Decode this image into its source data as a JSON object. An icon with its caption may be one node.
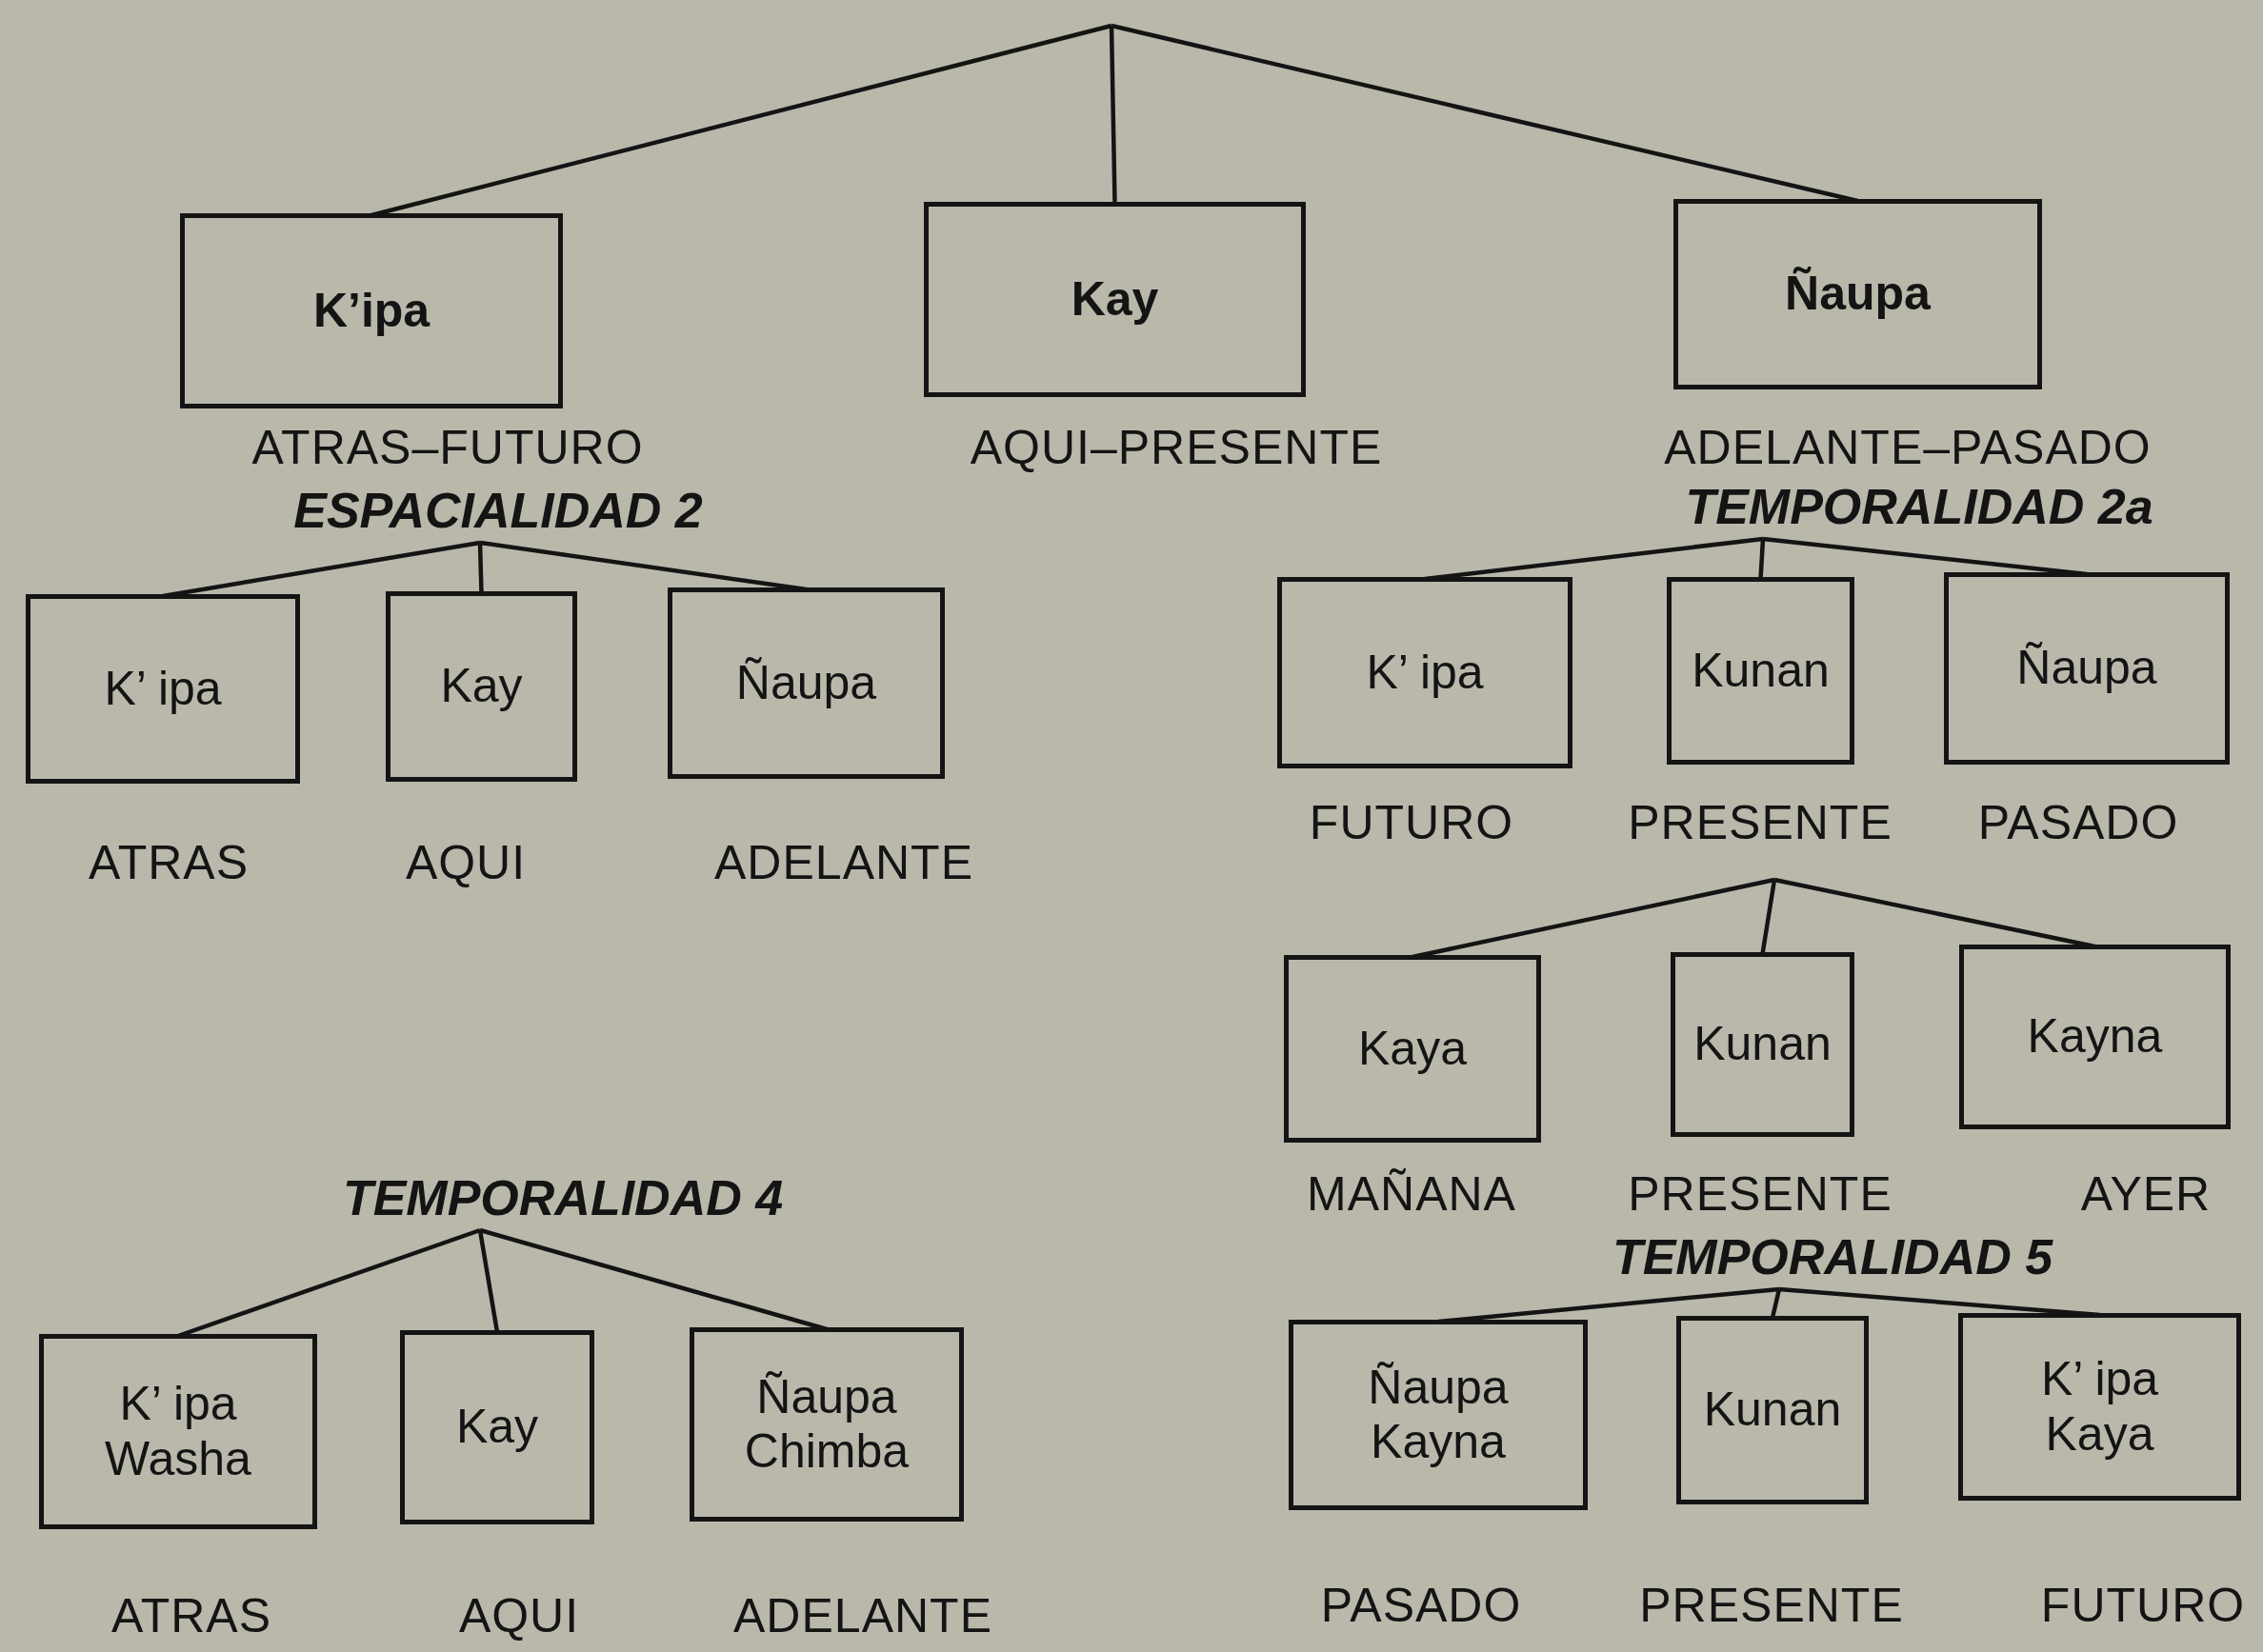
{
  "diagram": {
    "nodes": [
      {
        "text": [
          "K’ipa"
        ],
        "beside": [
          "ATRAS–FUTURO"
        ]
      },
      {
        "text": [
          "Kay"
        ],
        "beside": [
          "AQUI–PRESENTE"
        ]
      },
      {
        "text": [
          "Ñaupa"
        ],
        "beside": [
          "ADELANTE–PASADO"
        ]
      },
      {
        "text": [
          "ESPACIALIDAD 2"
        ]
      },
      {
        "text": [
          "K’ ipa"
        ],
        "beside": [
          "ATRAS"
        ]
      },
      {
        "text": [
          "Kay"
        ],
        "beside": [
          "AQUI"
        ]
      },
      {
        "text": [
          "Ñaupa"
        ],
        "beside": [
          "ADELANTE"
        ]
      },
      {
        "text": [
          "TEMPORALIDAD 2a"
        ]
      },
      {
        "text": [
          "K’ ipa"
        ],
        "beside": [
          "FUTURO"
        ]
      },
      {
        "text": [
          "Kunan"
        ],
        "beside": [
          "PRESENTE"
        ]
      },
      {
        "text": [
          "Ñaupa"
        ],
        "beside": [
          "PASADO"
        ]
      },
      {
        "text": [
          "Kaya"
        ],
        "beside": [
          "MAÑANA"
        ]
      },
      {
        "text": [
          "Kunan"
        ],
        "beside": [
          "PRESENTE"
        ]
      },
      {
        "text": [
          "Kayna"
        ],
        "beside": [
          "AYER"
        ]
      },
      {
        "text": [
          "TEMPORALIDAD 4"
        ]
      },
      {
        "text": [
          "K’ ipa Washa"
        ],
        "beside": [
          "ATRAS"
        ]
      },
      {
        "text": [
          "Kay"
        ],
        "beside": [
          "AQUI"
        ]
      },
      {
        "text": [
          "Ñaupa Chimba"
        ],
        "beside": [
          "ADELANTE"
        ]
      },
      {
        "text": [
          "TEMPORALIDAD 5"
        ]
      },
      {
        "text": [
          "Ñaupa Kayna"
        ],
        "beside": [
          "PASADO"
        ]
      },
      {
        "text": [
          "Kunan"
        ],
        "beside": [
          "PRESENTE"
        ]
      },
      {
        "text": [
          "K’ ipa Kaya"
        ],
        "beside": [
          "FUTURO"
        ]
      }
    ],
    "edges": [
      {
        "from": null,
        "to": 0,
        "arrow": "none"
      },
      {
        "from": null,
        "to": 1,
        "arrow": "none"
      },
      {
        "from": null,
        "to": 2,
        "arrow": "none"
      },
      {
        "from": 3,
        "to": 4,
        "arrow": "none"
      },
      {
        "from": 3,
        "to": 5,
        "arrow": "none"
      },
      {
        "from": 3,
        "to": 6,
        "arrow": "none"
      },
      {
        "from": 7,
        "to": 8,
        "arrow": "none"
      },
      {
        "from": 7,
        "to": 9,
        "arrow": "none"
      },
      {
        "from": 7,
        "to": 10,
        "arrow": "none"
      },
      {
        "from": null,
        "to": 11,
        "arrow": "none"
      },
      {
        "from": null,
        "to": 12,
        "arrow": "none"
      },
      {
        "from": null,
        "to": 13,
        "arrow": "none"
      },
      {
        "from": 14,
        "to": 15,
        "arrow": "none"
      },
      {
        "from": 14,
        "to": 16,
        "arrow": "none"
      },
      {
        "from": 14,
        "to": 17,
        "arrow": "none"
      },
      {
        "from": 18,
        "to": 19,
        "arrow": "none"
      },
      {
        "from": 18,
        "to": 20,
        "arrow": "none"
      },
      {
        "from": 18,
        "to": 21,
        "arrow": "none"
      }
    ]
  }
}
